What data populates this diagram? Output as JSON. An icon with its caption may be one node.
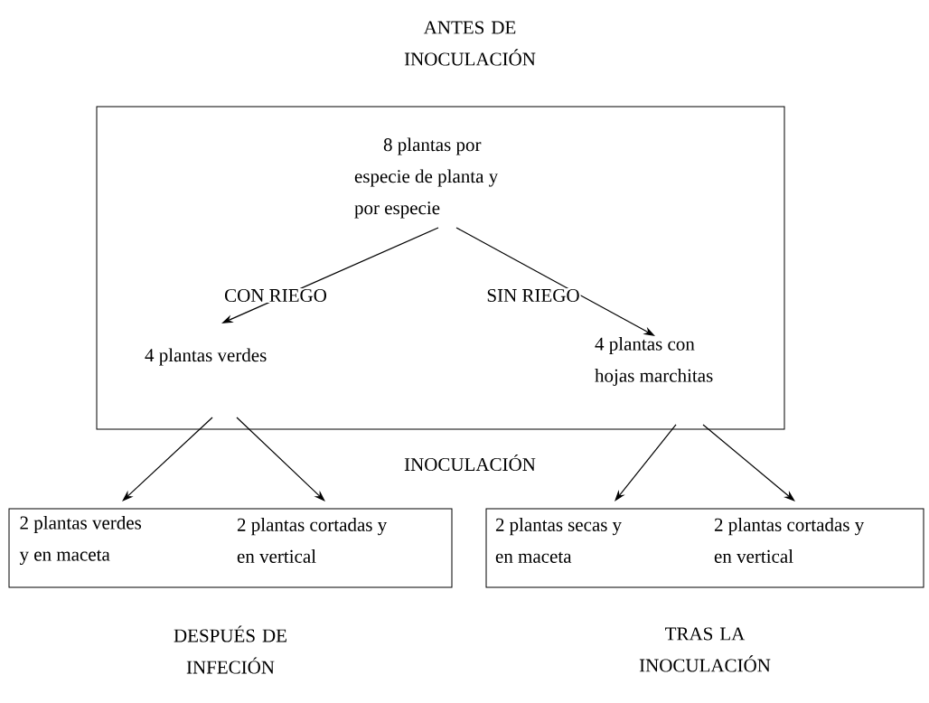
{
  "diagram": {
    "title": "ANTES DE INOCULACIÓN",
    "nodes": [
      {
        "text": [],
        "shape": "box"
      },
      {
        "text": [
          "8 plantas por especie de planta y por especie"
        ],
        "in": 0
      },
      {
        "text": [
          "4 plantas verdes"
        ],
        "in": 0
      },
      {
        "text": [
          "4 plantas con hojas marchitas"
        ],
        "in": 0
      },
      {
        "text": [],
        "shape": "box",
        "beside": [
          "DESPUÉS DE INFECIÓN"
        ]
      },
      {
        "text": [
          "2 plantas verdes y en maceta"
        ],
        "in": 4
      },
      {
        "text": [
          "2 plantas cortadas y en vertical"
        ],
        "in": 4
      },
      {
        "text": [],
        "shape": "box",
        "beside": [
          "TRAS LA INOCULACIÓN"
        ]
      },
      {
        "text": [
          "2 plantas secas y en maceta"
        ],
        "in": 7
      },
      {
        "text": [
          "2 plantas cortadas y en vertical"
        ],
        "in": 7
      }
    ],
    "edges": [
      {
        "from": 1,
        "to": 2,
        "arrow": "to",
        "label": "CON RIEGO"
      },
      {
        "from": 1,
        "to": 3,
        "arrow": "to",
        "label": "SIN RIEGO"
      },
      {
        "from": 2,
        "to": 5,
        "arrow": "to"
      },
      {
        "from": 2,
        "to": 6,
        "arrow": "to"
      },
      {
        "from": 3,
        "to": 8,
        "arrow": "to"
      },
      {
        "from": 3,
        "to": 9,
        "arrow": "to"
      }
    ],
    "labels": [
      "INOCULACIÓN"
    ]
  }
}
